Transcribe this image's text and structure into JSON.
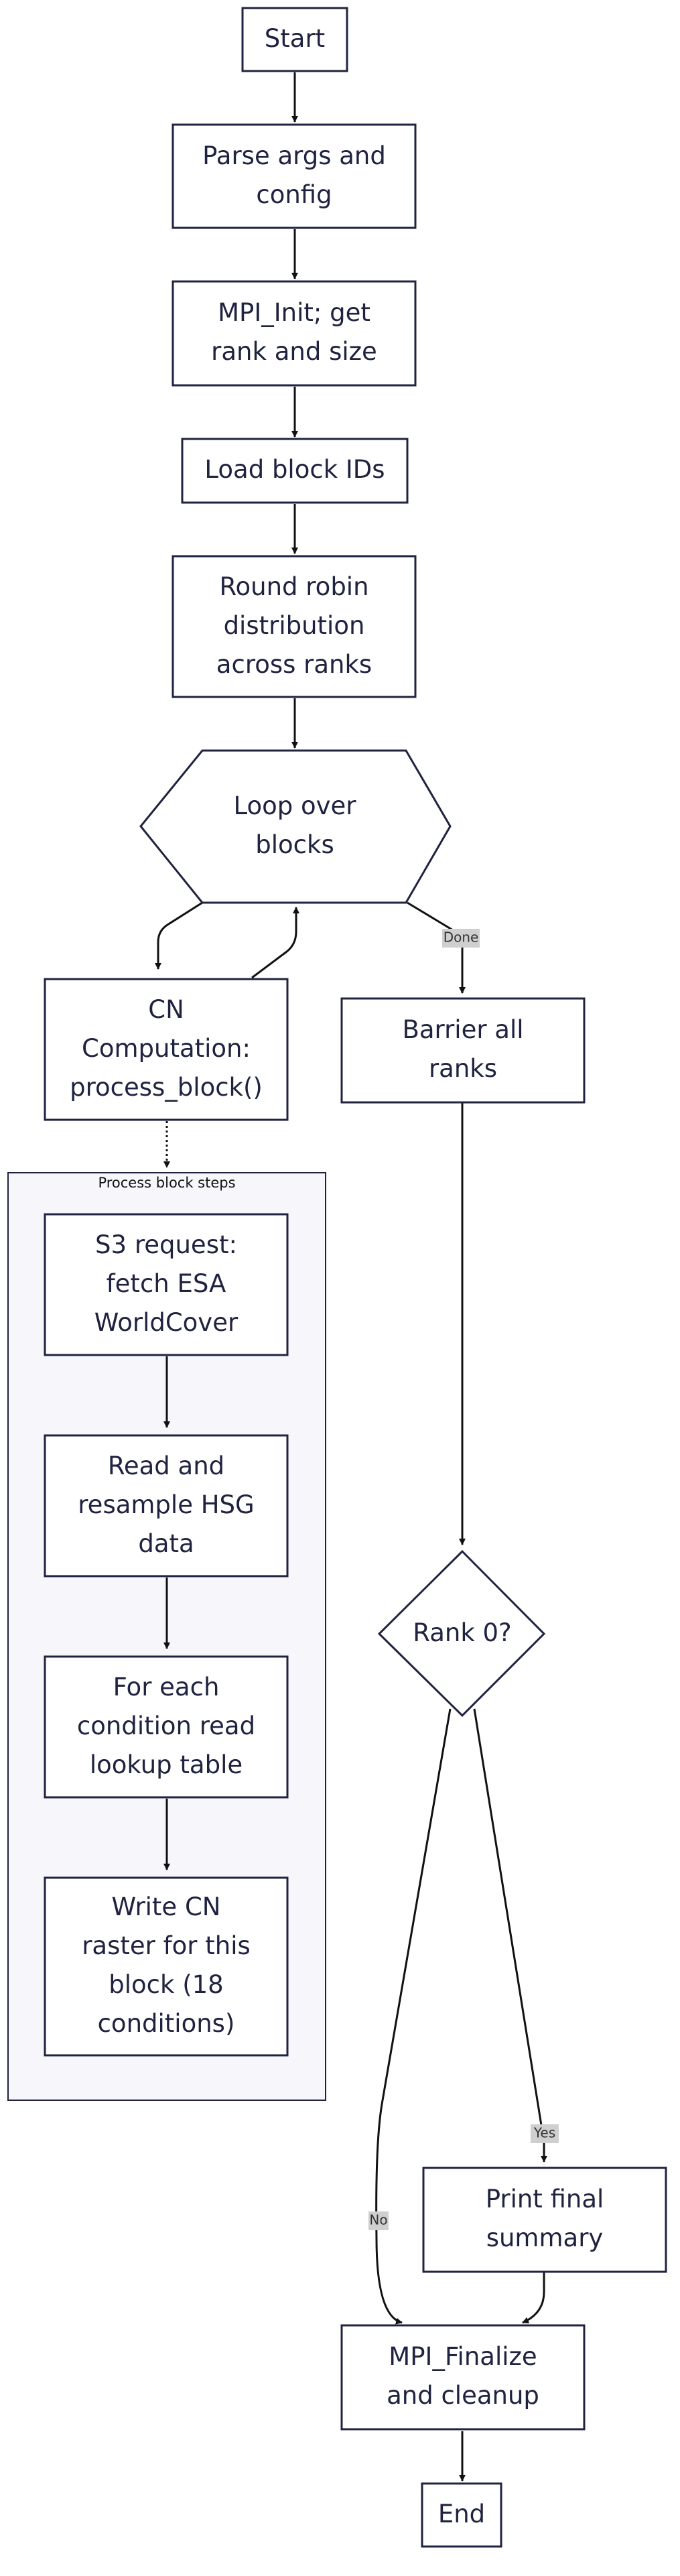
{
  "cluster": {
    "label": "Process block steps"
  },
  "nodes": {
    "start": {
      "lines": [
        "Start"
      ]
    },
    "parse": {
      "lines": [
        "Parse args and",
        "config"
      ]
    },
    "mpi_init": {
      "lines": [
        "MPI_Init; get",
        "rank and size"
      ]
    },
    "load_ids": {
      "lines": [
        "Load block IDs"
      ]
    },
    "round_robin": {
      "lines": [
        "Round robin",
        "distribution",
        "across ranks"
      ]
    },
    "loop": {
      "lines": [
        "Loop over",
        "blocks"
      ]
    },
    "cn_comp": {
      "lines": [
        "CN",
        "Computation:",
        "process_block()"
      ]
    },
    "barrier": {
      "lines": [
        "Barrier all",
        "ranks"
      ]
    },
    "s3": {
      "lines": [
        "S3 request:",
        "fetch ESA",
        "WorldCover"
      ]
    },
    "read_hsg": {
      "lines": [
        "Read and",
        "resample HSG",
        "data"
      ]
    },
    "lookup": {
      "lines": [
        "For each",
        "condition read",
        "lookup table"
      ]
    },
    "write_cn": {
      "lines": [
        "Write CN",
        "raster for this",
        "block (18",
        "conditions)"
      ]
    },
    "rank0": {
      "lines": [
        "Rank 0?"
      ]
    },
    "print_summary": {
      "lines": [
        "Print final",
        "summary"
      ]
    },
    "finalize": {
      "lines": [
        "MPI_Finalize",
        "and cleanup"
      ]
    },
    "end": {
      "lines": [
        "End"
      ]
    }
  },
  "edge_labels": {
    "done": "Done",
    "yes": "Yes",
    "no": "No"
  },
  "colors": {
    "node_stroke": "#1f2340",
    "node_fill": "#ffffff",
    "cluster_fill": "#f7f7fb",
    "edge": "#111111",
    "edge_label_bg": "#cfcfcf"
  }
}
